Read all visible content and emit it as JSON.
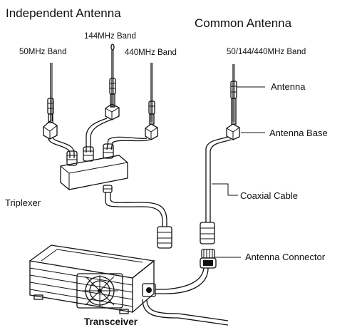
{
  "headings": {
    "independent": "Independent Antenna",
    "common": "Common Antenna"
  },
  "bands": {
    "band_50": "50MHz Band",
    "band_144": "144MHz Band",
    "band_440": "440MHz Band",
    "band_common": "50/144/440MHz Band"
  },
  "parts": {
    "antenna": "Antenna",
    "antenna_base": "Antenna Base",
    "coaxial_cable": "Coaxial Cable",
    "triplexer": "Triplexer",
    "antenna_connector": "Antenna Connector",
    "transceiver": "Transceiver"
  }
}
